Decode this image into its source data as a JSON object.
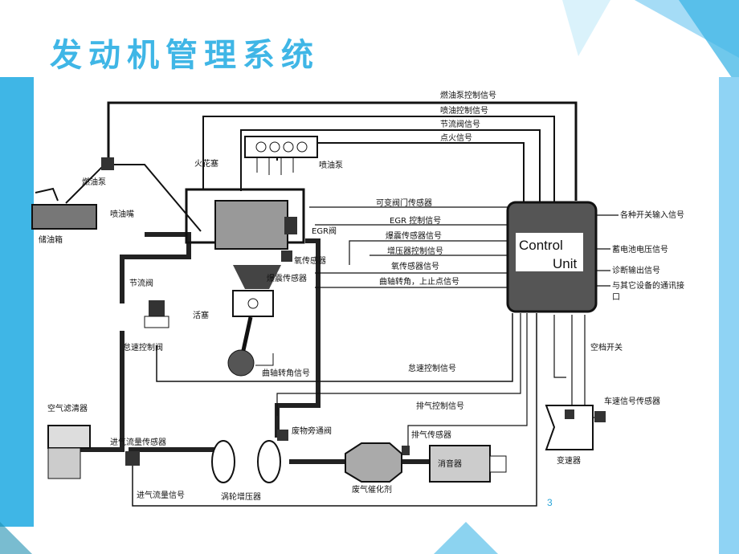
{
  "slide": {
    "title": "发动机管理系统",
    "page_number": "3",
    "accent_colors": {
      "light": "#8fd3f4",
      "medium": "#3fb6e6",
      "dark": "#2aa5d8",
      "teal": "#1f8fb0"
    }
  },
  "diagram": {
    "control_unit": {
      "line1": "Control",
      "line2": "Unit"
    },
    "components": {
      "fuel_pump": "燃油泵",
      "fuel_tank": "储油箱",
      "injector": "喷油嘴",
      "spark_plug": "火花塞",
      "injection_pump": "喷油泵",
      "egr_valve": "EGR阀",
      "oxygen_sensor": "氧传感器",
      "knock_sensor": "爆震传感器",
      "throttle_valve": "节流阀",
      "piston": "活塞",
      "idle_valve": "怠速控制阀",
      "crank_sensor": "曲轴转角信号",
      "air_filter": "空气滤清器",
      "air_flow_sensor": "进气流量传感器",
      "turbocharger": "涡轮增压器",
      "wastegate": "废物旁通阀",
      "exhaust_sensor": "排气传感器",
      "catalyst": "废气催化剂",
      "muffler": "消音器",
      "neutral_switch": "空档开关",
      "speed_sensor": "车速信号传感器",
      "transmission": "变速器"
    },
    "signals": {
      "fuel_pump_ctrl": "燃油泵控制信号",
      "injector_ctrl": "喷油控制信号",
      "throttle_sig": "节流阀信号",
      "ignition_sig": "点火信号",
      "vvt_sensor": "可变阀门传感器",
      "egr_ctrl": "EGR 控制信号",
      "knock_sig": "爆震传感器信号",
      "boost_ctrl": "增压器控制信号",
      "o2_sig": "氧传感器信号",
      "crank_tdc": "曲轴转角，上止点信号",
      "idle_ctrl": "怠速控制信号",
      "exhaust_ctrl": "排气控制信号",
      "air_flow_sig": "进气流量信号"
    },
    "right_labels": {
      "switch_inputs": "各种开关输入信号",
      "battery_voltage": "蓄电池电压信号",
      "diag_output": "诊断输出信号",
      "comm_line1": "与其它设备的通讯接",
      "comm_line2": "口"
    }
  }
}
